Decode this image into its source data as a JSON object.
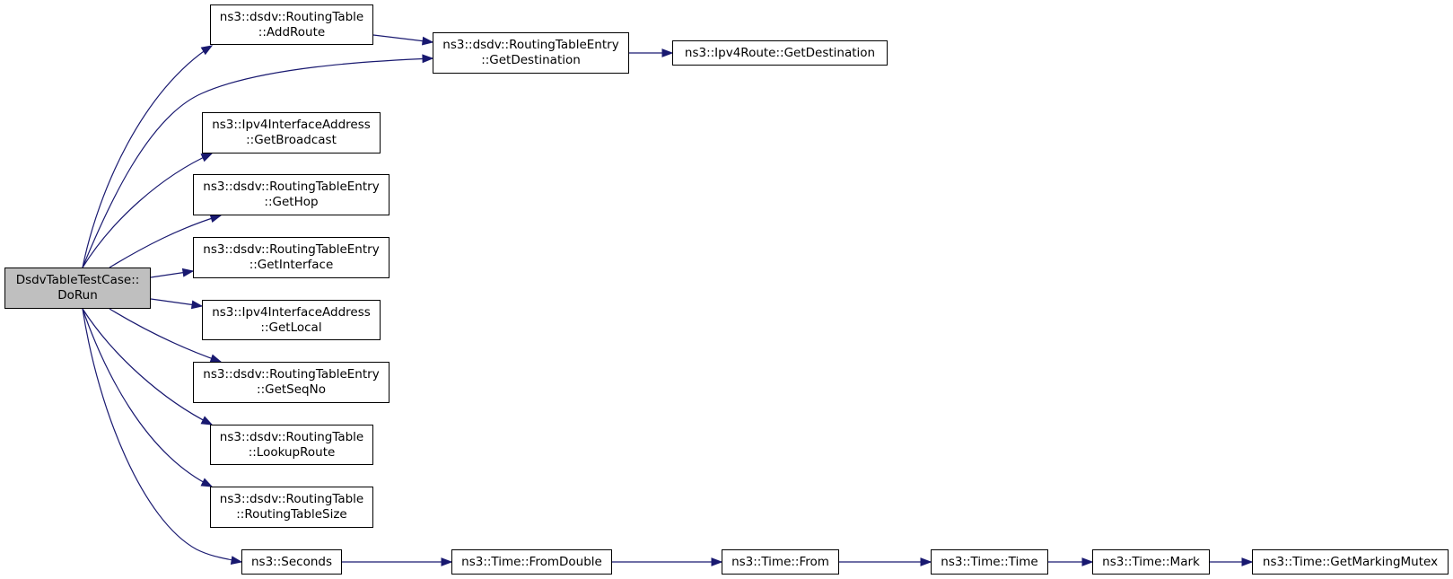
{
  "nodes": {
    "root": {
      "line1": "DsdvTableTestCase::",
      "line2": "DoRun"
    },
    "add_route": {
      "line1": "ns3::dsdv::RoutingTable",
      "line2": "::AddRoute"
    },
    "get_destination_entry": {
      "line1": "ns3::dsdv::RoutingTableEntry",
      "line2": "::GetDestination"
    },
    "ipv4route_get_destination": {
      "line1": "ns3::Ipv4Route::GetDestination"
    },
    "get_broadcast": {
      "line1": "ns3::Ipv4InterfaceAddress",
      "line2": "::GetBroadcast"
    },
    "get_hop": {
      "line1": "ns3::dsdv::RoutingTableEntry",
      "line2": "::GetHop"
    },
    "get_interface": {
      "line1": "ns3::dsdv::RoutingTableEntry",
      "line2": "::GetInterface"
    },
    "get_local": {
      "line1": "ns3::Ipv4InterfaceAddress",
      "line2": "::GetLocal"
    },
    "get_seqno": {
      "line1": "ns3::dsdv::RoutingTableEntry",
      "line2": "::GetSeqNo"
    },
    "lookup_route": {
      "line1": "ns3::dsdv::RoutingTable",
      "line2": "::LookupRoute"
    },
    "routing_table_size": {
      "line1": "ns3::dsdv::RoutingTable",
      "line2": "::RoutingTableSize"
    },
    "seconds": {
      "line1": "ns3::Seconds"
    },
    "from_double": {
      "line1": "ns3::Time::FromDouble"
    },
    "from": {
      "line1": "ns3::Time::From"
    },
    "time": {
      "line1": "ns3::Time::Time"
    },
    "mark": {
      "line1": "ns3::Time::Mark"
    },
    "get_marking_mutex": {
      "line1": "ns3::Time::GetMarkingMutex"
    }
  },
  "colors": {
    "edge": "#191970",
    "root_fill": "#bfbfbf",
    "node_fill": "#ffffff",
    "border": "#000000"
  }
}
